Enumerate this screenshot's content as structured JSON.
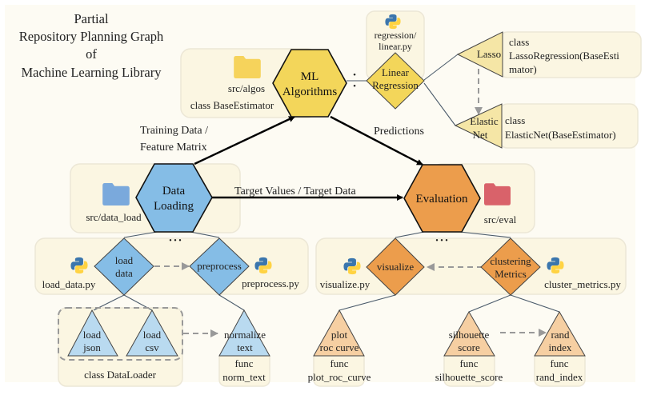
{
  "title": [
    "Partial",
    "Repository Planning Graph",
    "of",
    "Machine Learning Library"
  ],
  "colors": {
    "yellow": "#f3d65a",
    "yellow_light": "#f5e6a6",
    "blue": "#85bde6",
    "blue_light": "#b9daf0",
    "orange": "#ec9d4c",
    "orange_light": "#f6cfa2",
    "panel": "#fdfbf3"
  },
  "modules": {
    "ml": {
      "label": [
        "ML",
        "Algorithms"
      ],
      "folder": "src/algos",
      "class": "class BaseEstimator"
    },
    "data": {
      "label": [
        "Data",
        "Loading"
      ],
      "folder": "src/data_load"
    },
    "eval": {
      "label": [
        "Evaluation"
      ],
      "folder": "src/eval"
    }
  },
  "edges": {
    "training": [
      "Training Data /",
      "Feature Matrix"
    ],
    "target": "Target Values / Target Data",
    "predictions": "Predictions"
  },
  "ml_tree": {
    "file": [
      "regression/",
      "linear.py"
    ],
    "linear": [
      "Linear",
      "Regression"
    ],
    "lasso": {
      "label": "Lasso",
      "class": [
        "class",
        "LassoRegression(BaseEsti",
        "mator)"
      ]
    },
    "elastic": {
      "label": [
        "Elastic",
        "Net"
      ],
      "class": [
        "class",
        "ElasticNet(BaseEstimator)"
      ]
    }
  },
  "data_tree": {
    "load_data": {
      "label": [
        "load",
        "data"
      ],
      "file": "load_data.py"
    },
    "preprocess": {
      "label": "preprocess",
      "file": "preprocess.py"
    },
    "load_json": [
      "load",
      "json"
    ],
    "load_csv": [
      "load",
      "csv"
    ],
    "group": "class DataLoader",
    "normalize": {
      "label": [
        "normalize",
        "text"
      ],
      "func": [
        "func",
        "norm_text"
      ]
    }
  },
  "eval_tree": {
    "visualize": {
      "label": "visualize",
      "file": "visualize.py"
    },
    "clustering": {
      "label": [
        "clustering",
        "Metrics"
      ],
      "file": "cluster_metrics.py"
    },
    "roc": {
      "label": [
        "plot",
        "roc curve"
      ],
      "func": [
        "func",
        "plot_roc_curve"
      ]
    },
    "silhouette": {
      "label": [
        "silhouette",
        "score"
      ],
      "func": [
        "func",
        "silhouette_score"
      ]
    },
    "rand": {
      "label": [
        "rand",
        "index"
      ],
      "func": [
        "func",
        "rand_index"
      ]
    }
  },
  "ellipsis": "• • •"
}
